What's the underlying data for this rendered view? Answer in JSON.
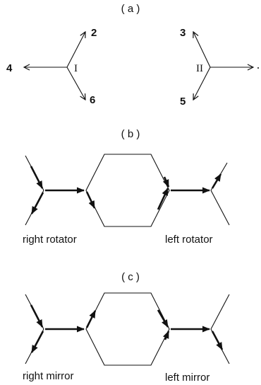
{
  "panels": {
    "a": {
      "label": "( a )",
      "vertex_left": "I",
      "vertex_right": "II",
      "edges": [
        "4",
        "2",
        "6",
        "3",
        "5"
      ]
    },
    "b": {
      "label": "( b )",
      "left_caption": "right rotator",
      "right_caption": "left rotator"
    },
    "c": {
      "label": "( c )",
      "left_caption": "right mirror",
      "right_caption": "left mirror"
    }
  }
}
